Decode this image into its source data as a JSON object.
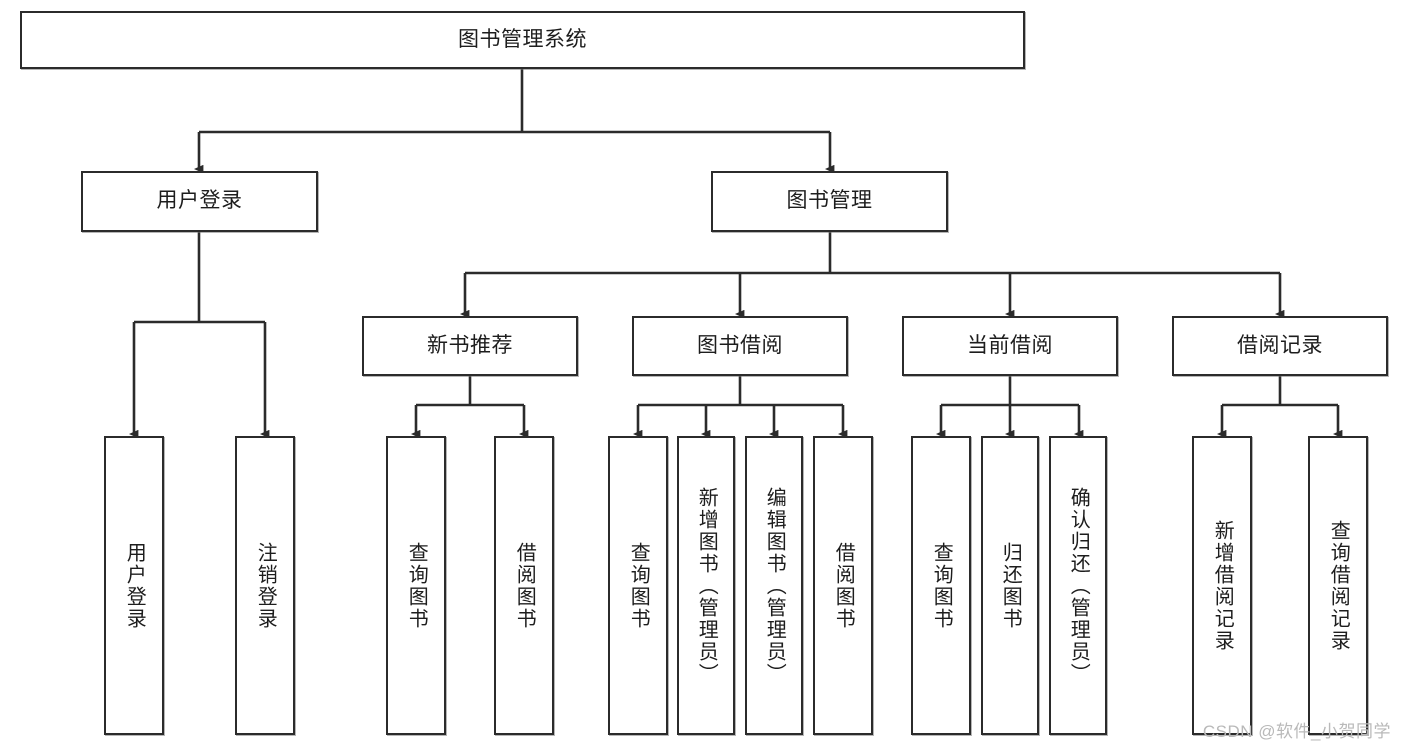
{
  "diagram": {
    "kind": "function-hierarchy-tree",
    "stroke_color": "#2b2b2b",
    "box_fill": "#ffffff",
    "text_color": "#1d1d1d",
    "watermark": "CSDN @软件_小贺同学",
    "root": {
      "label": "图书管理系统"
    },
    "level2": [
      {
        "label": "用户登录"
      },
      {
        "label": "图书管理"
      }
    ],
    "level3": [
      {
        "label": "新书推荐"
      },
      {
        "label": "图书借阅"
      },
      {
        "label": "当前借阅"
      },
      {
        "label": "借阅记录"
      }
    ],
    "leaves": {
      "user_login": [
        {
          "label": "用户登录"
        },
        {
          "label": "注销登录"
        }
      ],
      "new_book": [
        {
          "label": "查询图书"
        },
        {
          "label": "借阅图书"
        }
      ],
      "book_borrow": [
        {
          "label": "查询图书"
        },
        {
          "label": "新增图书（管理员）"
        },
        {
          "label": "编辑图书（管理员）"
        },
        {
          "label": "借阅图书"
        }
      ],
      "current_borrow": [
        {
          "label": "查询图书"
        },
        {
          "label": "归还图书"
        },
        {
          "label": "确认归还（管理员）"
        }
      ],
      "borrow_record": [
        {
          "label": "新增借阅记录"
        },
        {
          "label": "查询借阅记录"
        }
      ]
    }
  }
}
